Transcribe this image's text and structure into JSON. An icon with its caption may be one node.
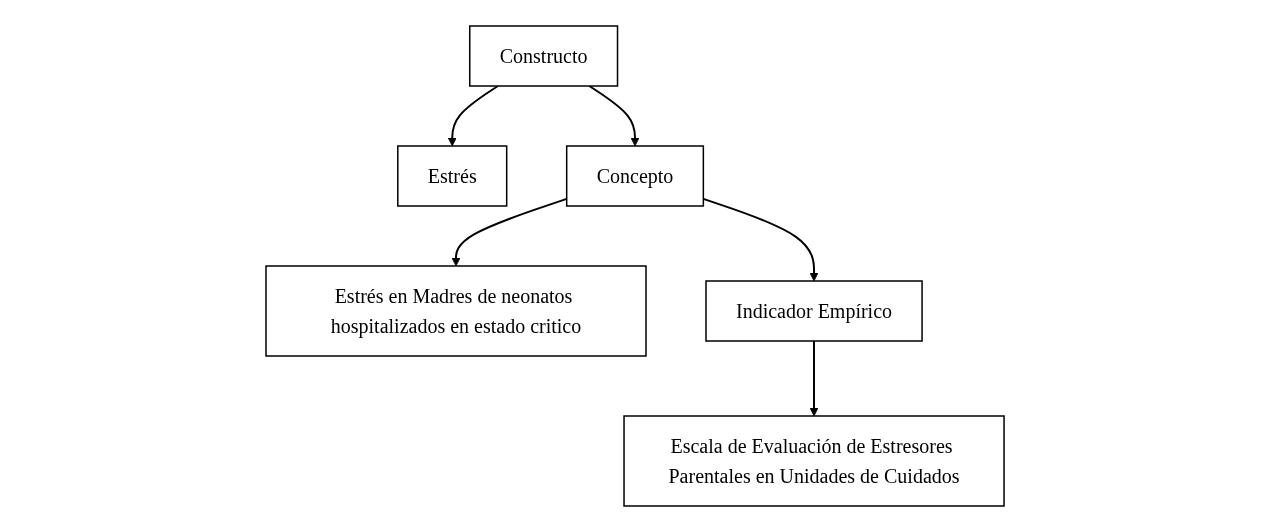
{
  "diagram": {
    "nodes": [
      {
        "text": [
          "Constructo"
        ]
      },
      {
        "text": [
          "Estrés"
        ]
      },
      {
        "text": [
          "Concepto"
        ]
      },
      {
        "text": [
          "Estrés en Madres de neonatos hospitalizados en estado critico"
        ]
      },
      {
        "text": [
          "Indicador Empírico"
        ]
      },
      {
        "text": [
          "Escala de Evaluación de Estresores Parentales en Unidades de Cuidados"
        ]
      }
    ],
    "edges": [
      {
        "from": 0,
        "to": 1,
        "arrow": "to"
      },
      {
        "from": 0,
        "to": 2,
        "arrow": "to"
      },
      {
        "from": 2,
        "to": 3,
        "arrow": "to"
      },
      {
        "from": 2,
        "to": 4,
        "arrow": "to"
      },
      {
        "from": 4,
        "to": 5,
        "arrow": "to"
      }
    ]
  }
}
